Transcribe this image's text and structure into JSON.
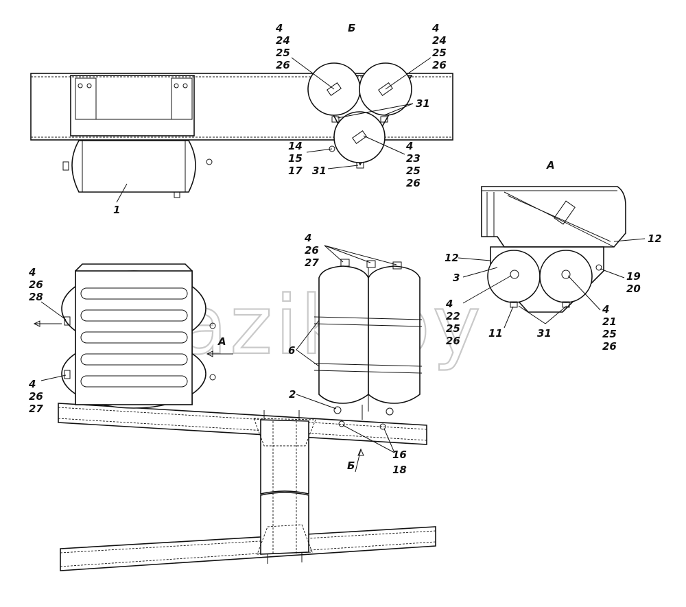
{
  "watermark": "mazik.by",
  "view_labels": {
    "view_a": "А",
    "view_b": "Б"
  },
  "callouts": {
    "top_left_group": [
      "4",
      "24",
      "25",
      "26"
    ],
    "top_right_group": [
      "4",
      "24",
      "25",
      "26"
    ],
    "top_31": "31",
    "left_14_group": [
      "14",
      "15",
      "17"
    ],
    "bottom_31": "31",
    "right_23_group": [
      "4",
      "23",
      "25",
      "26"
    ],
    "receiver_1": "1",
    "a_12_left": "12",
    "a_3": "3",
    "a_12_right": "12",
    "a_19_20": [
      "19",
      "20"
    ],
    "a_22_group": [
      "4",
      "22",
      "25",
      "26"
    ],
    "a_11": "11",
    "a_31": "31",
    "a_21_group": [
      "4",
      "21",
      "25",
      "26"
    ],
    "mid_4_26_27": [
      "4",
      "26",
      "27"
    ],
    "mid_6": "6",
    "mid_2": "2",
    "mid_16_18": [
      "16",
      "18"
    ],
    "side_4_26_28": [
      "4",
      "26",
      "28"
    ],
    "side_4_26_27": [
      "4",
      "26",
      "27"
    ]
  },
  "arrows": {
    "view_a_arrow": "А",
    "view_b_arrow": "Б"
  }
}
